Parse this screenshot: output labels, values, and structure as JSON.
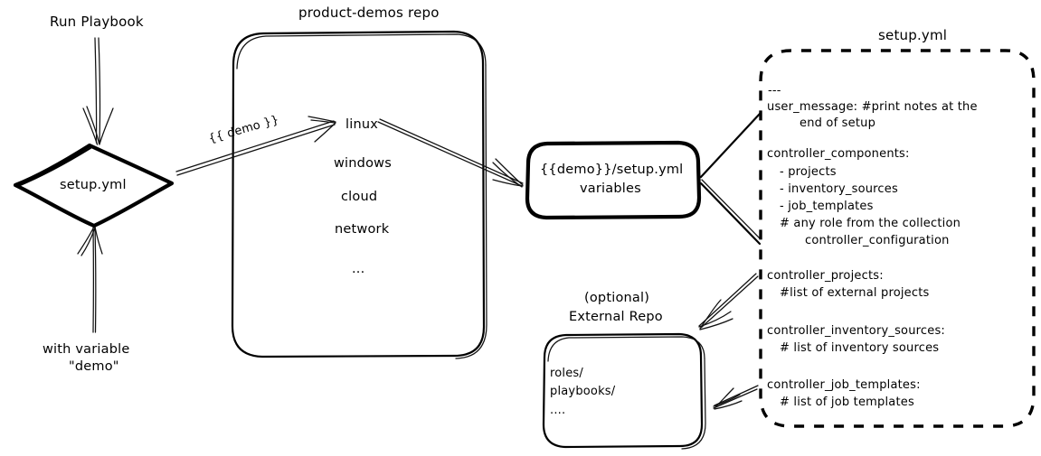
{
  "diagram": {
    "title_hidden": "product-demos setup.yml flow",
    "colors": {
      "ink": "#000000",
      "background": "#ffffff",
      "thin_line": "#111111"
    },
    "labels": {
      "run_playbook": "Run Playbook",
      "with_variable_line1": "with variable",
      "with_variable_line2": "\"demo\"",
      "demo_var_edge": "{{ demo }}"
    },
    "nodes": {
      "setup_diamond": {
        "name": "setup.yml",
        "shape": "diamond"
      },
      "product_demos_repo": {
        "title": "product-demos repo",
        "shape": "rounded-rect",
        "items": [
          "linux",
          "windows",
          "cloud",
          "network",
          "..."
        ]
      },
      "demo_variables_box": {
        "line1": "{{demo}}/setup.yml",
        "line2": "variables",
        "shape": "rounded-rect-bold"
      },
      "external_repo": {
        "title_line1": "(optional)",
        "title_line2": "External Repo",
        "shape": "rounded-rect",
        "items": [
          "roles/",
          "playbooks/",
          "...."
        ]
      },
      "setup_yml_file": {
        "title": "setup.yml",
        "shape": "dashed-rounded-rect",
        "lines": [
          {
            "text": "---",
            "indent": 0
          },
          {
            "text": "user_message: #print notes at the",
            "indent": 0
          },
          {
            "text": "end of setup",
            "indent": 2
          },
          {
            "text": "",
            "indent": 0
          },
          {
            "text": "controller_components:",
            "indent": 0
          },
          {
            "text": "- projects",
            "indent": 1
          },
          {
            "text": "- inventory_sources",
            "indent": 1
          },
          {
            "text": "- job_templates",
            "indent": 1
          },
          {
            "text": "# any role from the collection",
            "indent": 1
          },
          {
            "text": "controller_configuration",
            "indent": 3
          },
          {
            "text": "",
            "indent": 0
          },
          {
            "text": "controller_projects:",
            "indent": 0
          },
          {
            "text": "#list of external projects",
            "indent": 1
          },
          {
            "text": "",
            "indent": 0
          },
          {
            "text": "controller_inventory_sources:",
            "indent": 0
          },
          {
            "text": "# list of inventory sources",
            "indent": 1
          },
          {
            "text": "",
            "indent": 0
          },
          {
            "text": "controller_job_templates:",
            "indent": 0
          },
          {
            "text": "# list of job templates",
            "indent": 1
          }
        ]
      }
    },
    "edges": [
      {
        "name": "run-playbook-to-setup",
        "label": "",
        "style": "double-arrow-down"
      },
      {
        "name": "with-variable-to-setup",
        "label": "",
        "style": "arrow-up"
      },
      {
        "name": "setup-to-linux",
        "label": "{{ demo }}",
        "style": "double-line-arrow"
      },
      {
        "name": "linux-to-variables",
        "label": "",
        "style": "double-line-arrow"
      },
      {
        "name": "setupyml-to-variables-upper",
        "label": "",
        "style": "bold-line"
      },
      {
        "name": "setupyml-to-variables-lower",
        "label": "",
        "style": "bold-line"
      },
      {
        "name": "controller-projects-to-external-repo",
        "label": "",
        "style": "double-line-arrow"
      },
      {
        "name": "controller-job-templates-to-external-repo",
        "label": "",
        "style": "double-line-arrow"
      }
    ]
  }
}
